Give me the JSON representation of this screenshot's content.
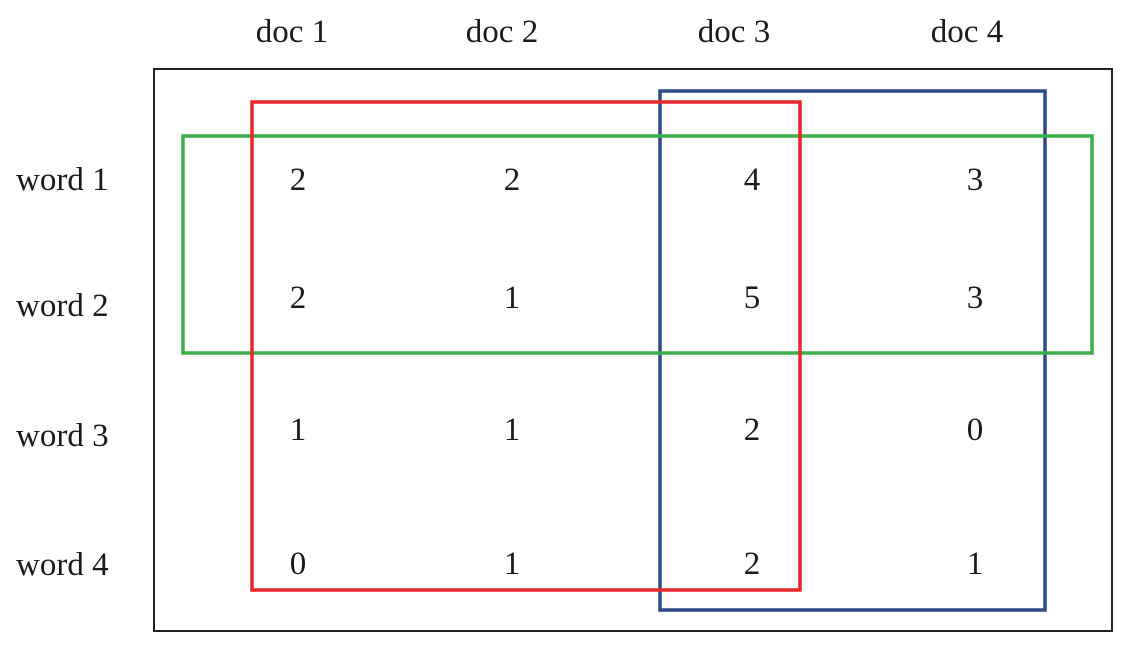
{
  "columns": [
    "doc 1",
    "doc 2",
    "doc 3",
    "doc 4"
  ],
  "rows": [
    {
      "label": "word 1",
      "values": [
        "2",
        "2",
        "4",
        "3"
      ]
    },
    {
      "label": "word 2",
      "values": [
        "2",
        "1",
        "5",
        "3"
      ]
    },
    {
      "label": "word 3",
      "values": [
        "1",
        "1",
        "2",
        "0"
      ]
    },
    {
      "label": "word 4",
      "values": [
        "0",
        "1",
        "2",
        "1"
      ]
    }
  ],
  "highlight_colors": {
    "red_box": "#e8262a",
    "blue_box": "#2c4a86",
    "green_box": "#3aae49"
  }
}
